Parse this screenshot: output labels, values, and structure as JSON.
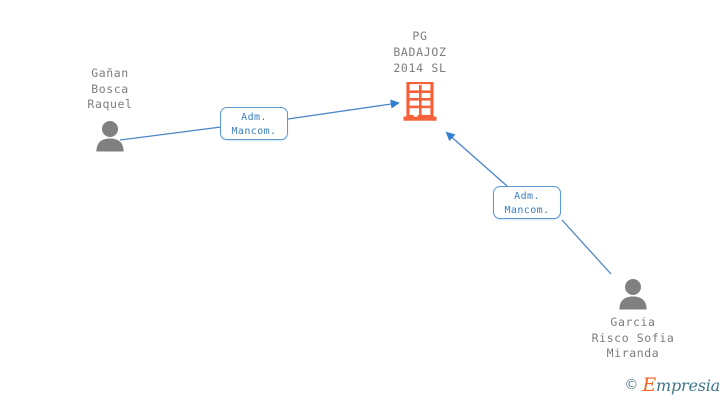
{
  "diagram": {
    "type": "company-relationship-graph",
    "background_color": "#ffffff",
    "company": {
      "name": "PG\nBADAJOZ\n2014  SL",
      "icon": "building-icon",
      "icon_color": "#f4613a",
      "text_color": "#7d7d7d"
    },
    "people": [
      {
        "name": "Gañan\nBosca\nRaquel",
        "icon": "person-icon",
        "icon_color": "#808080",
        "position": "left",
        "label_above_icon": true
      },
      {
        "name": "Garcia\nRisco Sofia\nMiranda",
        "icon": "person-icon",
        "icon_color": "#808080",
        "position": "bottom-right",
        "label_above_icon": false
      }
    ],
    "relations": [
      {
        "label": "Adm.\nMancom.",
        "from": "Gañan Bosca Raquel",
        "to": "PG BADAJOZ 2014 SL",
        "edge_color": "#4a86c8",
        "box_border_color": "#5b9bd5",
        "box_text_color": "#3a7ebf"
      },
      {
        "label": "Adm.\nMancom.",
        "from": "Garcia Risco Sofia Miranda",
        "to": "PG BADAJOZ 2014 SL",
        "edge_color": "#4a86c8",
        "box_border_color": "#5b9bd5",
        "box_text_color": "#3a7ebf"
      }
    ]
  },
  "watermark": {
    "copyright_symbol": "©",
    "brand_first_letter": "E",
    "brand_rest": "mpresia",
    "brand_color_accent": "#f26522",
    "brand_color": "#3e7687"
  }
}
